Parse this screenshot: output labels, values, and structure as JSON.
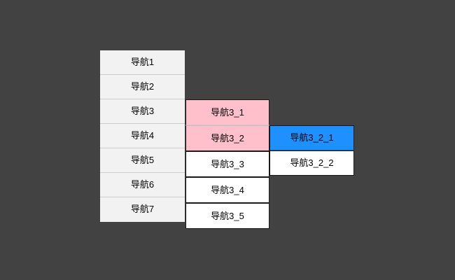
{
  "window": {
    "description": "cascading-nav-menu"
  },
  "colors": {
    "page_background": "#424242",
    "menu_background": "#f2f2f2",
    "menu_divider": "#cccccc",
    "highlight_pink": "#ffc0cb",
    "selected_blue": "#1e90ff",
    "item_border": "#1a1a1a",
    "text": "#000000"
  },
  "nav_menu": {
    "items": [
      "导航1",
      "导航2",
      "导航3",
      "导航4",
      "导航5",
      "导航6",
      "导航7"
    ]
  },
  "submenu_level2": {
    "parent": "导航3",
    "items": [
      {
        "label": "导航3_1",
        "highlighted": true
      },
      {
        "label": "导航3_2",
        "highlighted": true
      },
      {
        "label": "导航3_3",
        "highlighted": false
      },
      {
        "label": "导航3_4",
        "highlighted": false
      },
      {
        "label": "导航3_5",
        "highlighted": false
      }
    ]
  },
  "submenu_level3": {
    "parent": "导航3_2",
    "items": [
      {
        "label": "导航3_2_1",
        "selected": true
      },
      {
        "label": "导航3_2_2",
        "selected": false
      }
    ]
  }
}
